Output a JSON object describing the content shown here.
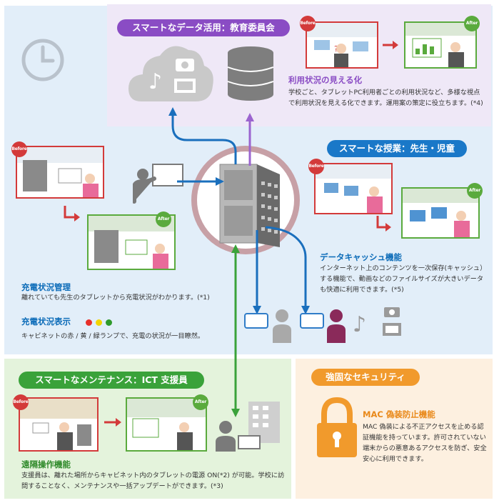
{
  "purple_section": {
    "pill": "スマートなデータ活用：教育委員会",
    "heading": "利用状況の見える化",
    "body": "学校ごと、タブレットPC利用者ごとの利用状況など、多様な視点で利用状況を見える化できます。運用案の策定に役立ちます。(*4)",
    "before_badge": "Before",
    "after_badge": "After"
  },
  "teacher_section": {
    "pill": "スマートな授業：先生・児童",
    "before_badge": "Before",
    "after_badge": "After",
    "cache_heading": "データキャッシュ機能",
    "cache_body": "インターネット上のコンテンツを一次保存(キャッシュ）する機能で、動画などのファイルサイズが大きいデータも快適に利用できます。(*5)"
  },
  "charge_section": {
    "before_badge": "Before",
    "after_badge": "After",
    "manage_heading": "充電状況管理",
    "manage_body": "離れていても先生のタブレットから充電状況がわかります。(*1)",
    "display_heading": "充電状況表示",
    "display_body": "キャビネットの赤 / 黄 / 緑ランプで、充電の状況が一目瞭然。",
    "lamp_colors": [
      "#e8302a",
      "#f2d500",
      "#2f9a2c"
    ]
  },
  "maintenance_section": {
    "pill": "スマートなメンテナンス：ICT 支援員",
    "before_badge": "Before",
    "after_badge": "After",
    "heading": "遠隔操作機能",
    "body": "支援員は、離れた場所からキャビネット内のタブレットの電源 ON(*2) が可能。学校に訪問することなく、メンテナンスや一括アップデートができます。(*3)"
  },
  "security_section": {
    "pill": "強固なセキュリティ",
    "heading": "MAC 偽装防止機能",
    "body": "MAC 偽装による不正アクセスを止める認証機能を持っています。許可されていない端末からの悪意あるアクセスを防ぎ、安全安心に利用できます。"
  },
  "colors": {
    "purple": "#8a4cc4",
    "blue": "#0b6bb8",
    "green": "#3aa23a",
    "orange": "#f19a2c",
    "red_accent": "#d33a3a"
  }
}
